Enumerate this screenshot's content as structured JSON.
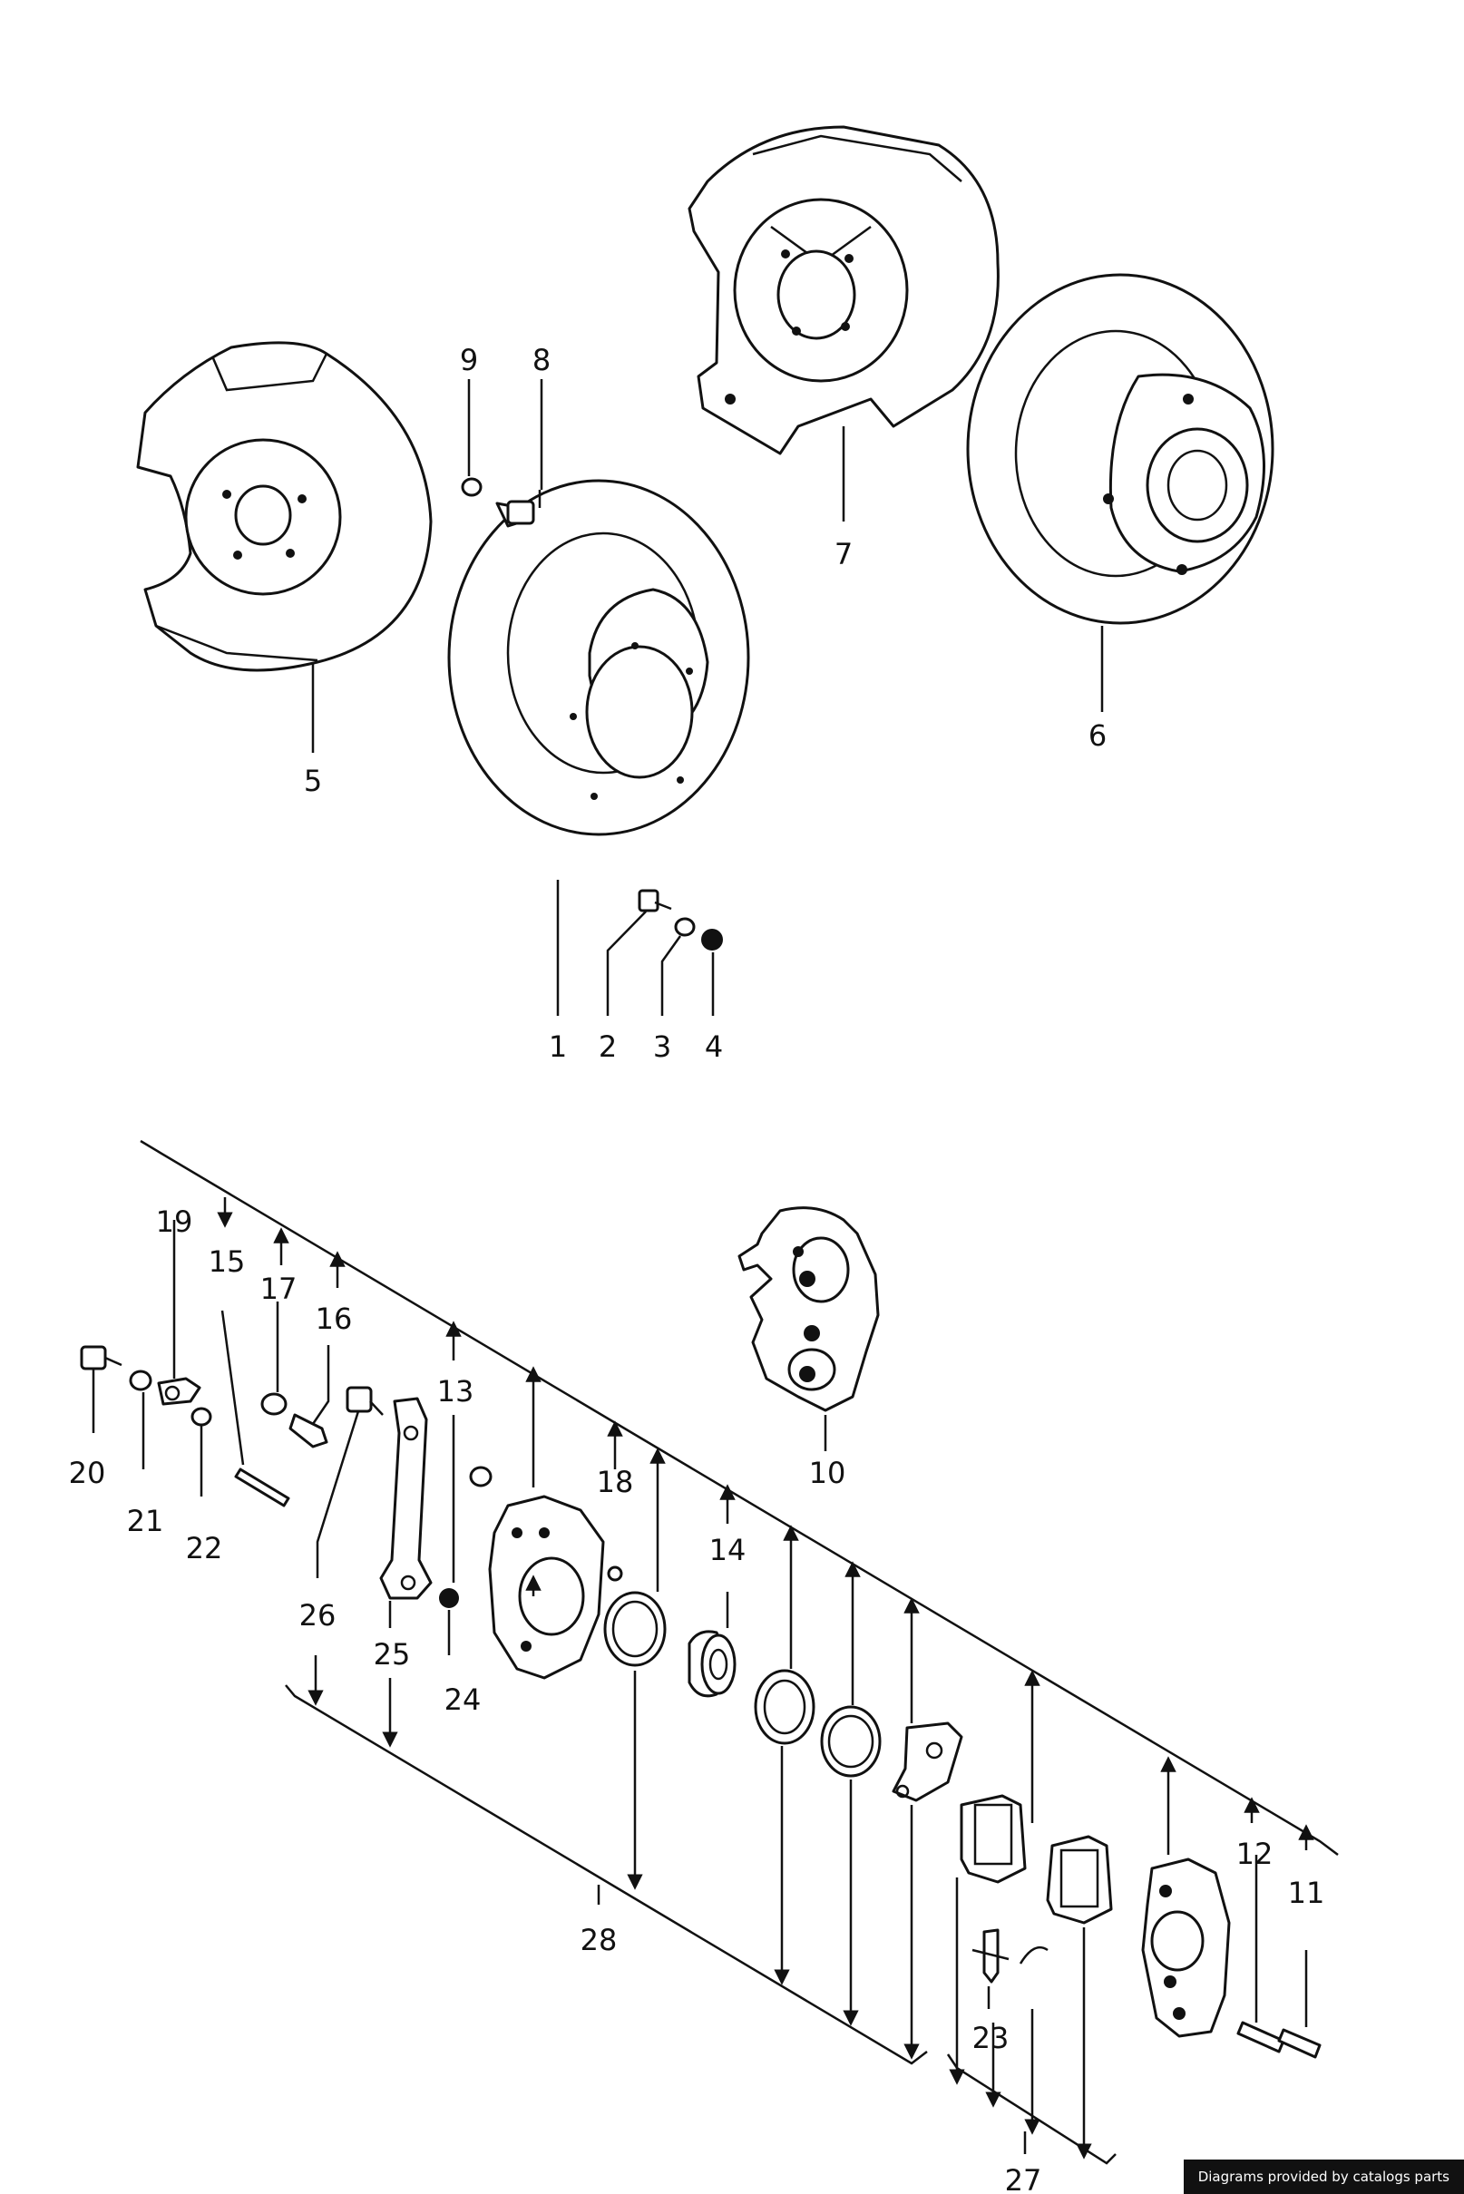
{
  "credit": "Diagrams provided by catalogs parts",
  "callouts": [
    "1",
    "2",
    "3",
    "4",
    "5",
    "6",
    "7",
    "8",
    "9",
    "10",
    "11",
    "12",
    "13",
    "14",
    "15",
    "16",
    "17",
    "18",
    "19",
    "20",
    "21",
    "22",
    "23",
    "24",
    "25",
    "26",
    "27",
    "28"
  ]
}
